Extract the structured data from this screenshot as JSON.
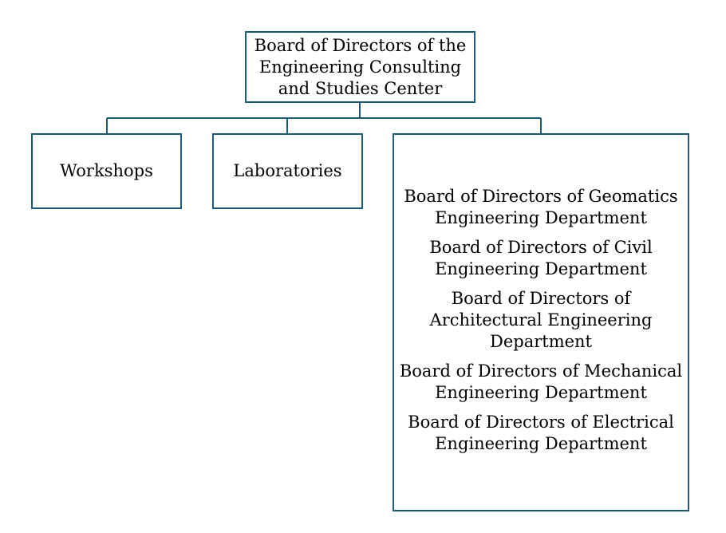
{
  "colors": {
    "border": "#1f5a78",
    "text": "#000000",
    "background": "#ffffff"
  },
  "root": {
    "label": "Board of Directors of the Engineering Consulting and Studies Center"
  },
  "children": {
    "workshops": "Workshops",
    "laboratories": "Laboratories",
    "departments": [
      "Board of Directors of Geomatics Engineering Department",
      "Board of Directors of Civil Engineering Department",
      "Board of Directors of Architectural Engineering Department",
      "Board of Directors of Mechanical Engineering Department",
      "Board of Directors of Electrical Engineering Department"
    ]
  }
}
